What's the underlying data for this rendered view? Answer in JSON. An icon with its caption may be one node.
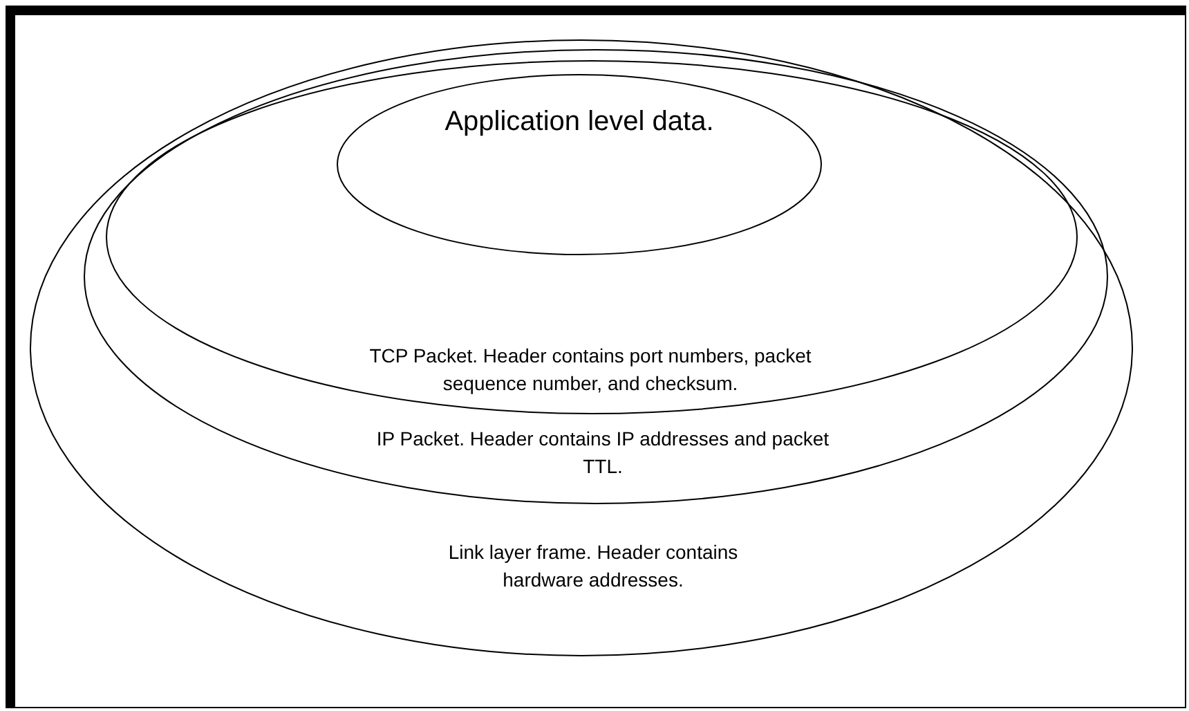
{
  "diagram": {
    "nodes": [
      {
        "text": [
          "Link layer frame.  Header contains hardware addresses."
        ]
      },
      {
        "text": [
          "IP Packet.  Header contains IP addresses and packet TTL."
        ],
        "in": 0
      },
      {
        "text": [
          "TCP Packet.  Header contains port numbers, packet sequence number, and checksum."
        ],
        "in": 1
      },
      {
        "text": [
          "Application level data."
        ],
        "in": 2
      }
    ],
    "edges": []
  }
}
